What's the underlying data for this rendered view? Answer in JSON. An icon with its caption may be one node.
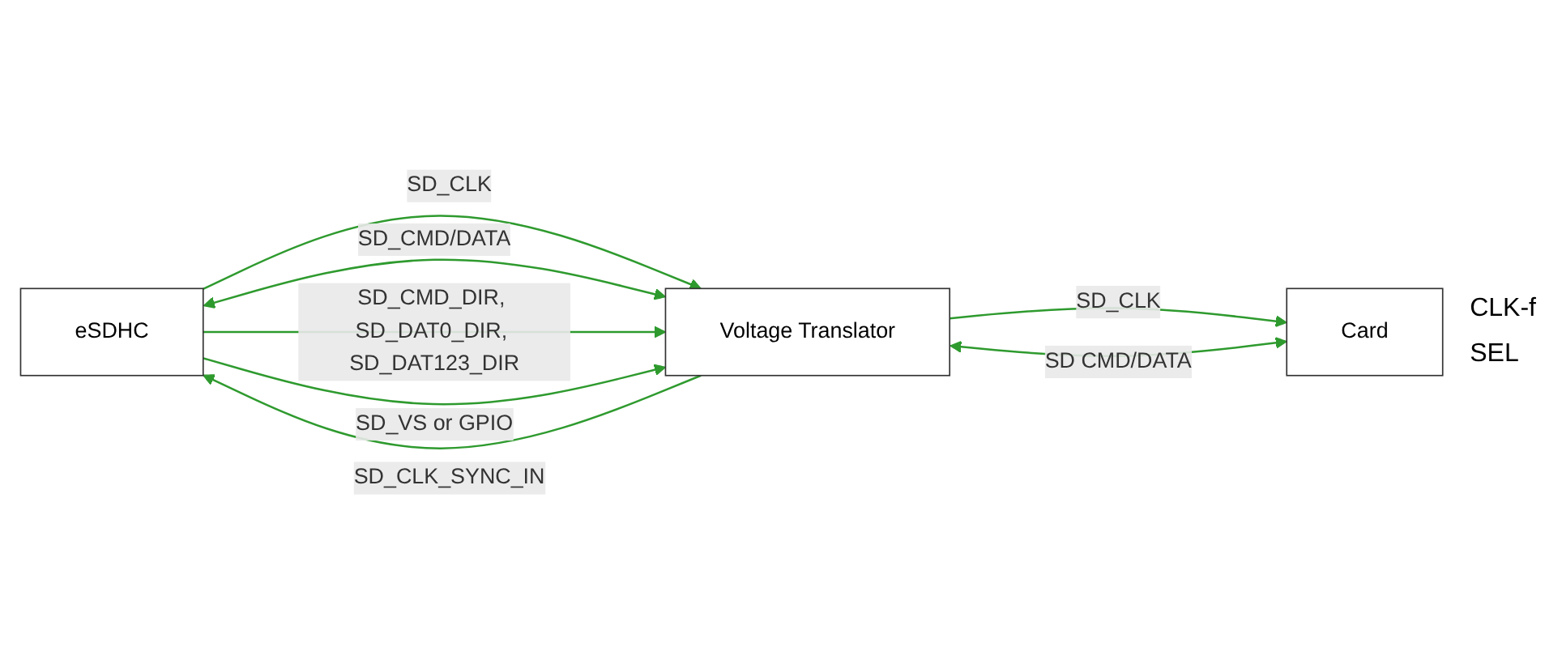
{
  "diagram": {
    "nodes": [
      {
        "text": [
          "eSDHC"
        ]
      },
      {
        "text": [
          "Voltage Translator"
        ]
      },
      {
        "text": [
          "Card"
        ]
      }
    ],
    "edges": [
      {
        "from": 0,
        "to": 1,
        "arrow": "to",
        "label": "SD_CLK"
      },
      {
        "from": 1,
        "to": 0,
        "arrow": "to",
        "label": "SD_CLK_SYNC_IN"
      },
      {
        "from": 0,
        "to": 1,
        "arrow": "both",
        "label": "SD_CMD/DATA"
      },
      {
        "from": 0,
        "to": 1,
        "arrow": "to",
        "label": "SD_CMD_DIR, SD_DAT0_DIR, SD_DAT123_DIR"
      },
      {
        "from": 0,
        "to": 1,
        "arrow": "to",
        "label": "SD_VS or GPIO"
      },
      {
        "from": 1,
        "to": 2,
        "arrow": "to",
        "label": "SD_CLK"
      },
      {
        "from": 1,
        "to": 2,
        "arrow": "both",
        "label": "SD CMD/DATA"
      }
    ],
    "labels": [
      "CLK-f",
      "SEL"
    ]
  }
}
